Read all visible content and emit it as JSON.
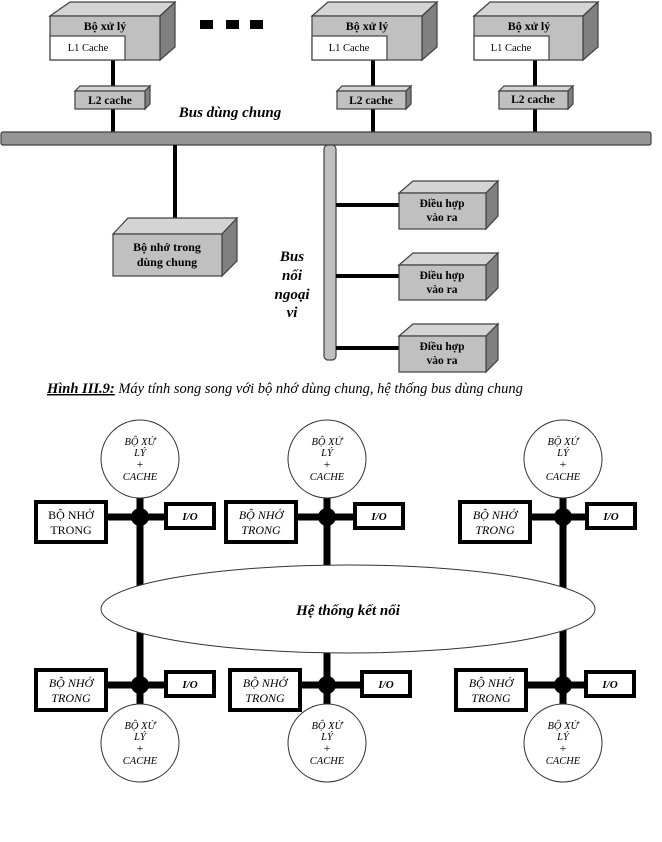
{
  "figure1": {
    "processors": [
      {
        "label": "Bộ xử lý",
        "l1": "L1 Cache",
        "l2": "L2 cache"
      },
      {
        "label": "Bộ xử lý",
        "l1": "L1 Cache",
        "l2": "L2 cache"
      },
      {
        "label": "Bộ xử lý",
        "l1": "L1 Cache",
        "l2": "L2 cache"
      }
    ],
    "ellipsis": "■ ■ ■",
    "shared_bus_label": "Bus dùng chung",
    "memory": {
      "line1": "Bộ nhớ trong",
      "line2": "dùng chung"
    },
    "peripheral_bus_label": [
      "Bus",
      "nối",
      "ngoại",
      "vi"
    ],
    "io_adapters": [
      {
        "line1": "Điều hợp",
        "line2": "vào ra"
      },
      {
        "line1": "Điều hợp",
        "line2": "vào ra"
      },
      {
        "line1": "Điều hợp",
        "line2": "vào ra"
      }
    ],
    "caption": {
      "prefix": "Hình III.9:",
      "text": " Máy tính song song với bộ nhớ dùng chung, hệ thống bus dùng chung"
    }
  },
  "figure2": {
    "interconnect_label": "Hệ thống kết nối",
    "nodes": [
      {
        "cpu": [
          "BỘ XỬ",
          "LÝ",
          "+",
          "CACHE"
        ],
        "mem": [
          "BỘ NHỚ",
          "TRONG"
        ],
        "io": "I/O"
      },
      {
        "cpu": [
          "BỘ XỬ",
          "LÝ",
          "+",
          "CACHE"
        ],
        "mem": [
          "BỘ NHỚ",
          "TRONG"
        ],
        "io": "I/O"
      },
      {
        "cpu": [
          "BỘ XỬ",
          "LÝ",
          "+",
          "CACHE"
        ],
        "mem": [
          "BỘ NHỚ",
          "TRONG"
        ],
        "io": "I/O"
      },
      {
        "cpu": [
          "BỘ XỬ",
          "LÝ",
          "+",
          "CACHE"
        ],
        "mem": [
          "BỘ NHỚ",
          "TRONG"
        ],
        "io": "I/O"
      },
      {
        "cpu": [
          "BỘ XỬ",
          "LÝ",
          "+",
          "CACHE"
        ],
        "mem": [
          "BỘ NHỚ",
          "TRONG"
        ],
        "io": "I/O"
      },
      {
        "cpu": [
          "BỘ XỬ",
          "LÝ",
          "+",
          "CACHE"
        ],
        "mem": [
          "BỘ NHỚ",
          "TRONG"
        ],
        "io": "I/O"
      }
    ]
  }
}
